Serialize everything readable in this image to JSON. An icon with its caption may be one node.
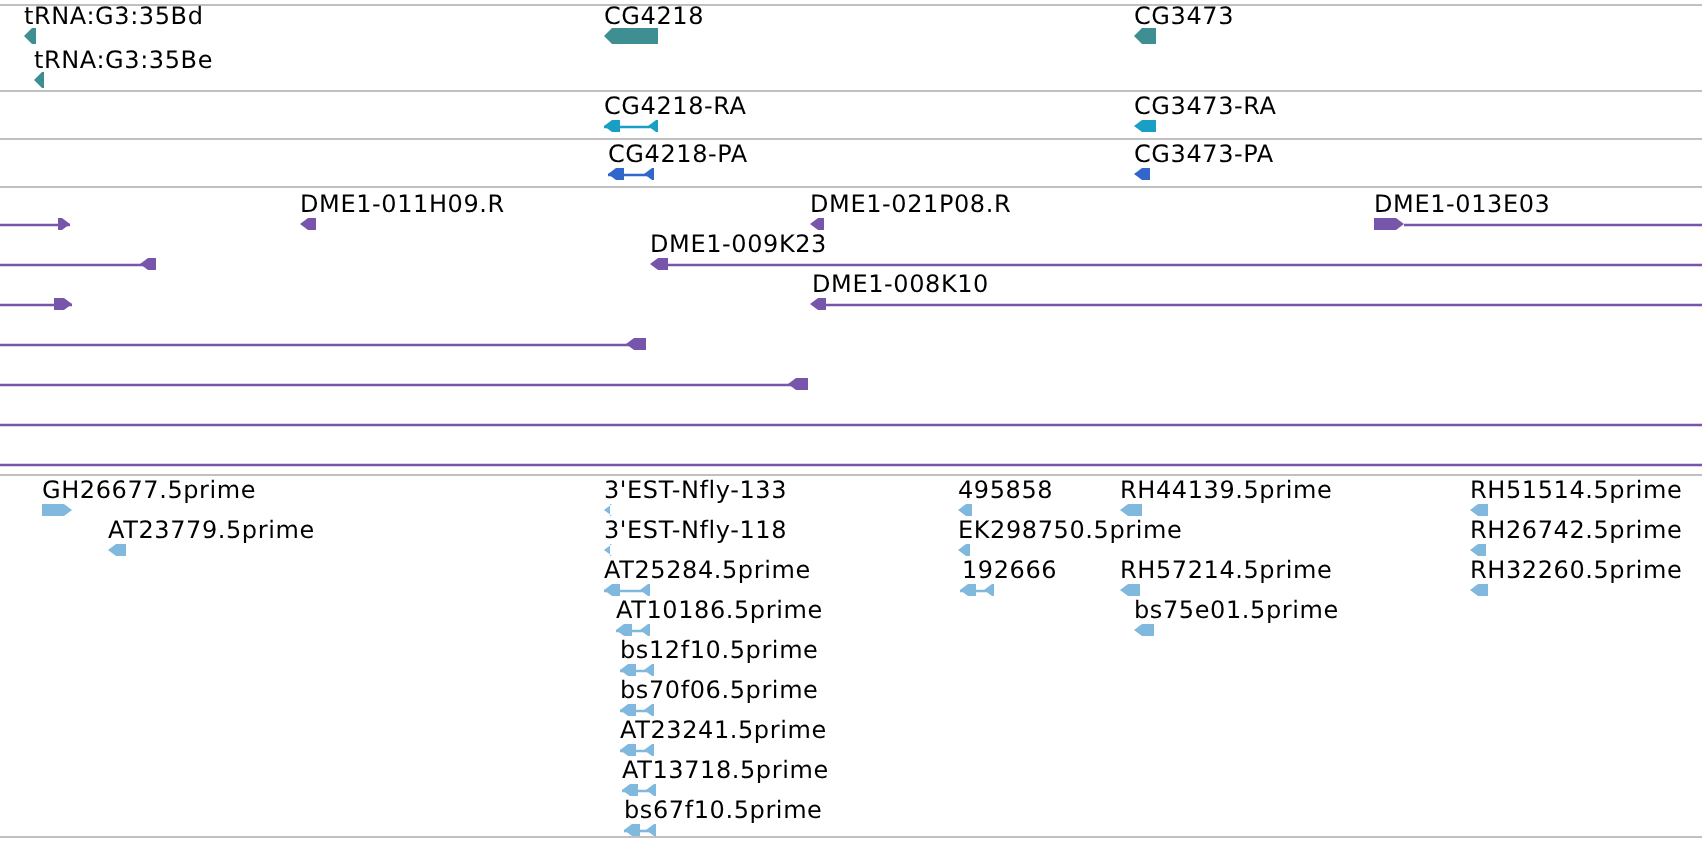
{
  "diagram": {
    "labels": [
      "tRNA:G3:35Bd",
      "CG4218",
      "CG3473",
      "tRNA:G3:35Be",
      "CG4218-RA",
      "CG3473-RA",
      "CG4218-PA",
      "CG3473-PA",
      "DME1-011H09.R",
      "DME1-021P08.R",
      "DME1-013E03",
      "DME1-009K23",
      "DME1-008K10",
      "GH26677.5prime",
      "3'EST-Nfly-133",
      "495858",
      "RH44139.5prime",
      "RH51514.5prime",
      "AT23779.5prime",
      "3'EST-Nfly-118",
      "EK298750.5prime",
      "RH26742.5prime",
      "AT25284.5prime",
      "192666",
      "RH57214.5prime",
      "RH32260.5prime",
      "AT10186.5prime",
      "bs75e01.5prime",
      "bs12f10.5prime",
      "bs70f06.5prime",
      "AT23241.5prime",
      "AT13718.5prime",
      "bs67f10.5prime"
    ]
  }
}
